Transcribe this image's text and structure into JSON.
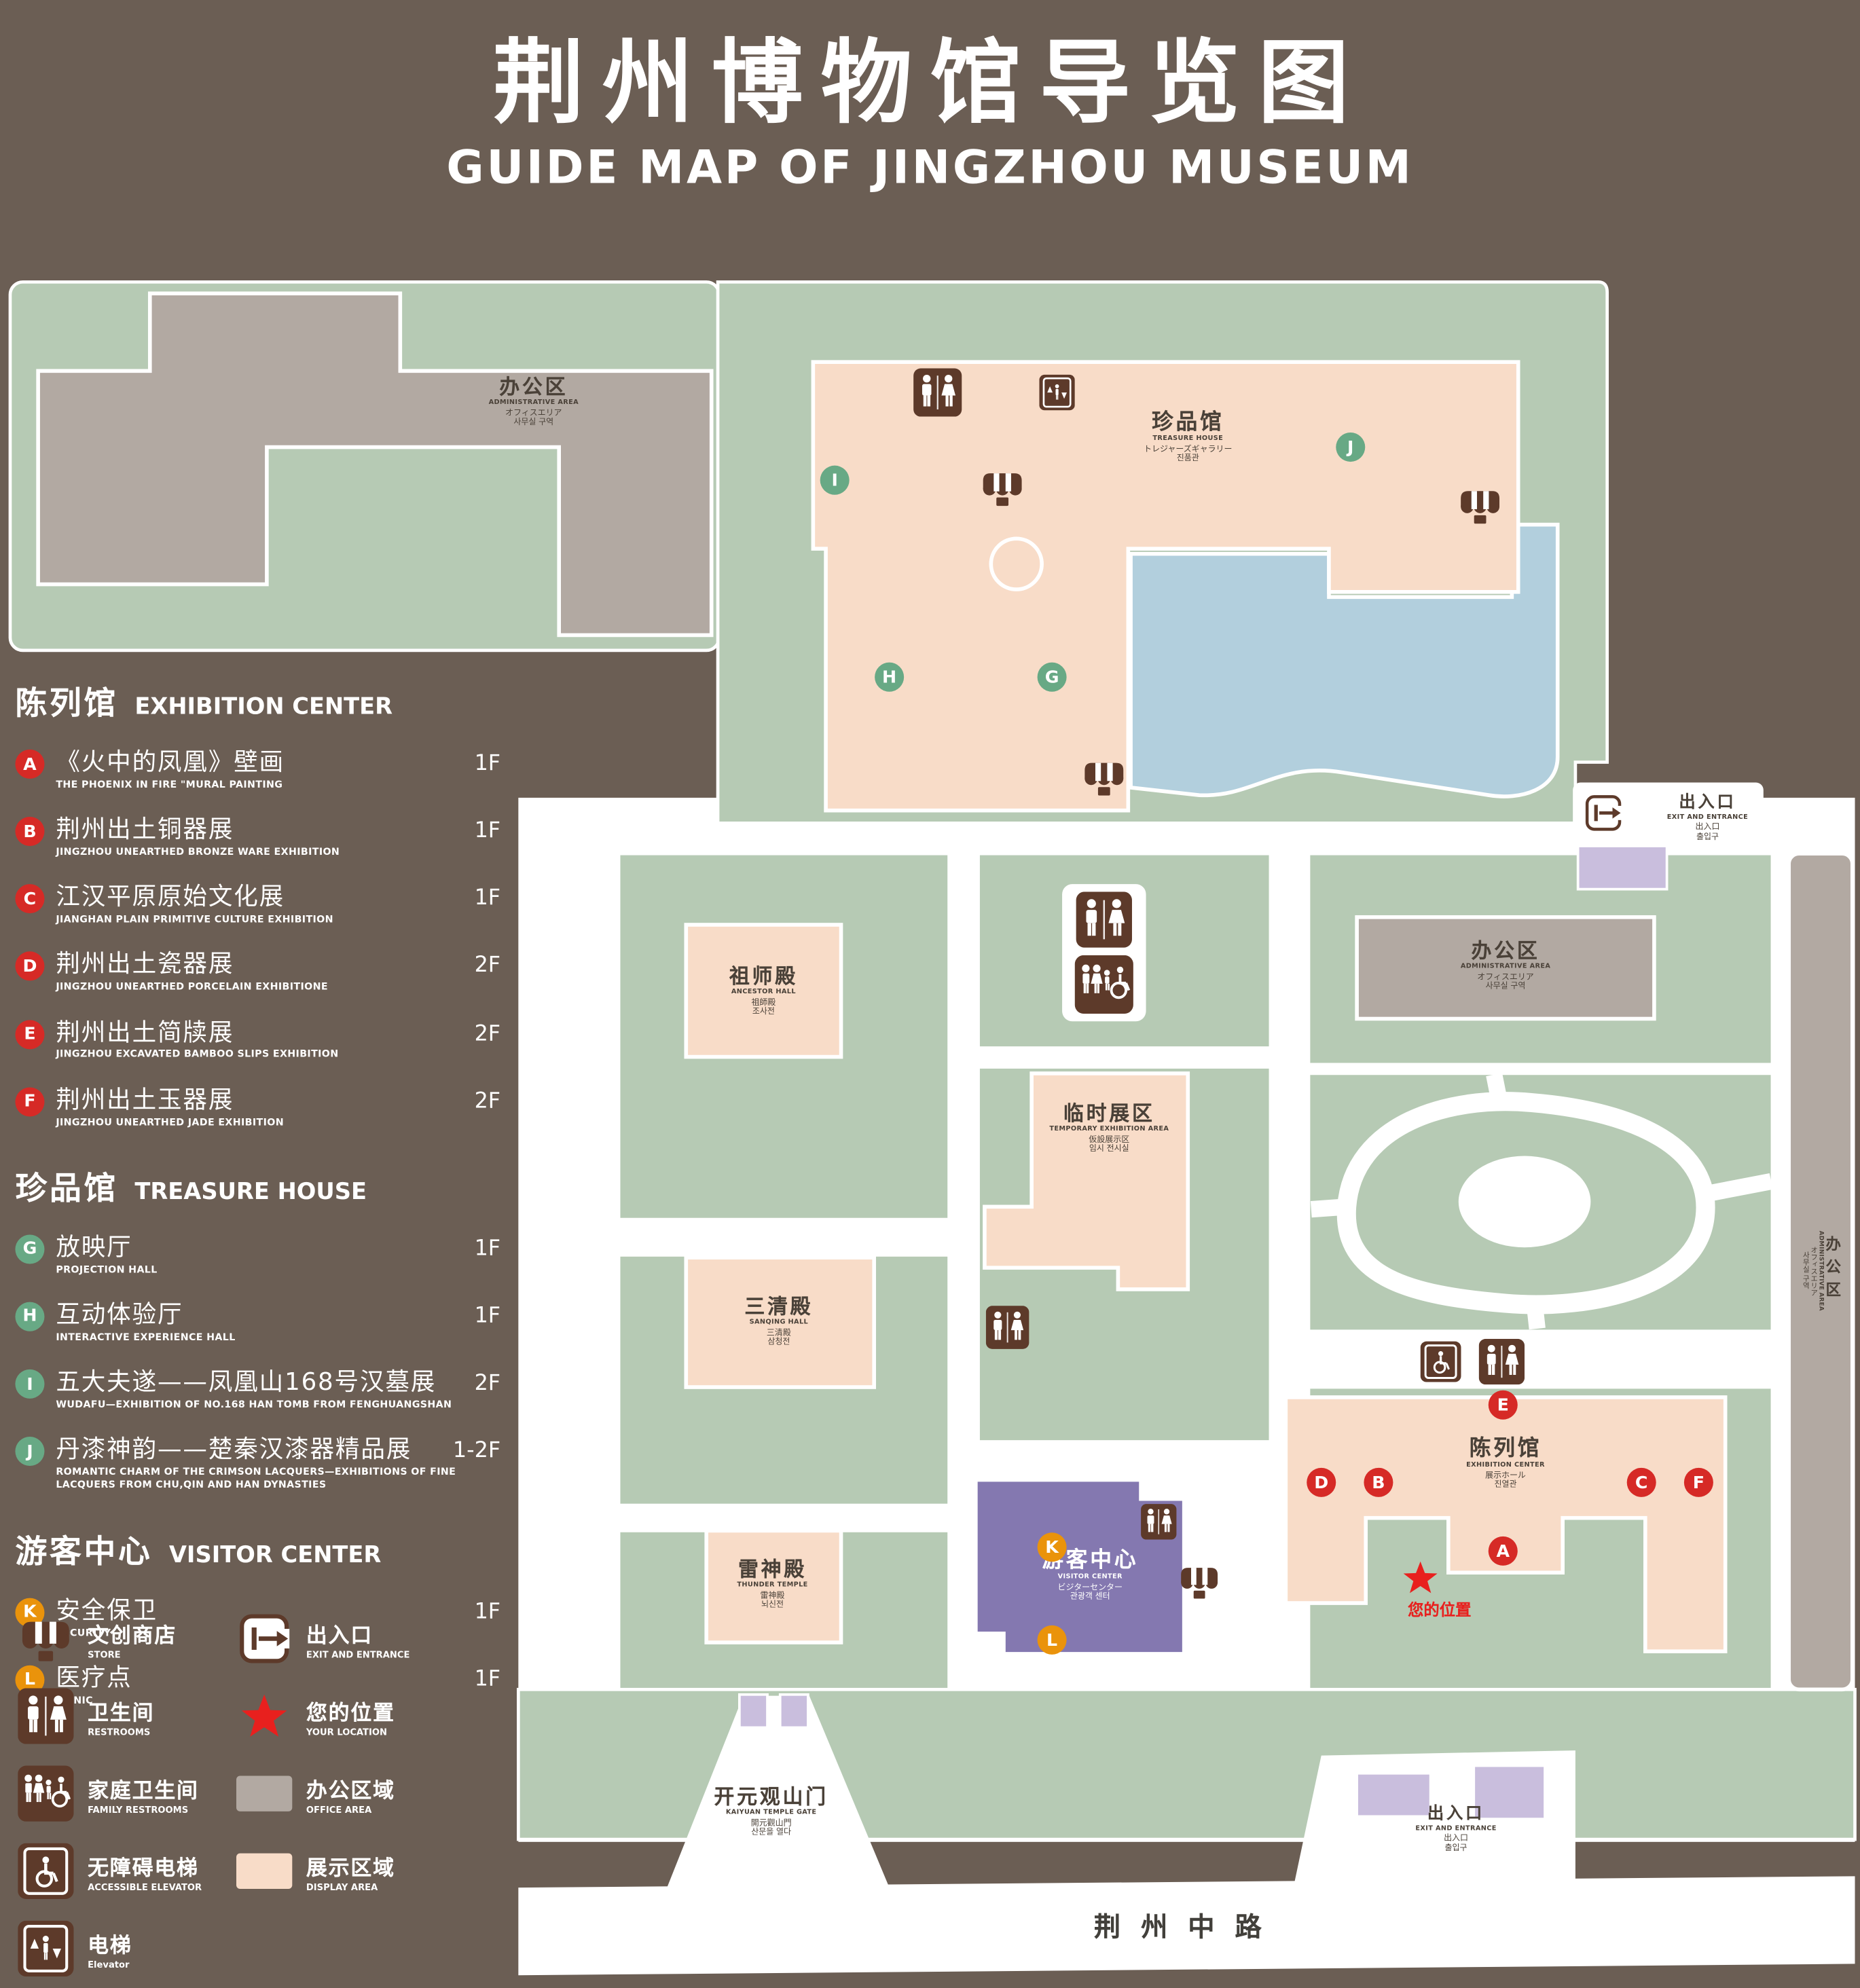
{
  "title": {
    "zh": "荆州博物馆导览图",
    "en": "GUIDE MAP OF JINGZHOU MUSEUM"
  },
  "colors": {
    "background": "#6b5e54",
    "grounds": "#b6cab4",
    "display_area": "#f8dcc8",
    "office_area": "#b2a9a2",
    "lake": "#b2cfdd",
    "visitor_center": "#8478b0",
    "entrance_block": "#c9bedd",
    "marker_red": "#d62a26",
    "marker_green": "#68a985",
    "marker_orange": "#ea930b",
    "icon_brown": "#5d3a2a",
    "location_red": "#e8201e"
  },
  "legend": {
    "sections": [
      {
        "title_zh": "陈列馆",
        "title_en": "EXHIBITION CENTER",
        "items": [
          {
            "letter": "A",
            "zh": "《火中的凤凰》壁画",
            "en": "THE PHOENIX IN FIRE \"MURAL PAINTING",
            "floor": "1F"
          },
          {
            "letter": "B",
            "zh": "荆州出土铜器展",
            "en": "JINGZHOU UNEARTHED BRONZE WARE EXHIBITION",
            "floor": "1F"
          },
          {
            "letter": "C",
            "zh": "江汉平原原始文化展",
            "en": "JIANGHAN PLAIN PRIMITIVE CULTURE EXHIBITION",
            "floor": "1F"
          },
          {
            "letter": "D",
            "zh": "荆州出土瓷器展",
            "en": "JINGZHOU UNEARTHED PORCELAIN EXHIBITIONE",
            "floor": "2F"
          },
          {
            "letter": "E",
            "zh": "荆州出土简牍展",
            "en": "JINGZHOU EXCAVATED BAMBOO SLIPS EXHIBITION",
            "floor": "2F"
          },
          {
            "letter": "F",
            "zh": "荆州出土玉器展",
            "en": "JINGZHOU UNEARTHED JADE EXHIBITION",
            "floor": "2F"
          }
        ]
      },
      {
        "title_zh": "珍品馆",
        "title_en": "TREASURE HOUSE",
        "items": [
          {
            "letter": "G",
            "zh": "放映厅",
            "en": "PROJECTION HALL",
            "floor": "1F"
          },
          {
            "letter": "H",
            "zh": "互动体验厅",
            "en": "INTERACTIVE EXPERIENCE HALL",
            "floor": "1F"
          },
          {
            "letter": "I",
            "zh": "五大夫遂——凤凰山168号汉墓展",
            "en": "WUDAFU—EXHIBITION OF NO.168 HAN TOMB FROM FENGHUANGSHAN",
            "floor": "2F"
          },
          {
            "letter": "J",
            "zh": "丹漆神韵——楚秦汉漆器精品展",
            "en": "ROMANTIC CHARM OF THE CRIMSON LACQUERS—EXHIBITIONS OF FINE LACQUERS FROM CHU,QIN AND HAN DYNASTIES",
            "floor": "1-2F"
          }
        ]
      },
      {
        "title_zh": "游客中心",
        "title_en": "VISITOR CENTER",
        "items": [
          {
            "letter": "K",
            "zh": "安全保卫",
            "en": "SECURITY",
            "floor": "1F"
          },
          {
            "letter": "L",
            "zh": "医疗点",
            "en": "CLINIC",
            "floor": "1F"
          }
        ]
      }
    ],
    "symbols": [
      {
        "zh": "文创商店",
        "en": "STORE"
      },
      {
        "zh": "出入口",
        "en": "EXIT AND ENTRANCE"
      },
      {
        "zh": "卫生间",
        "en": "RESTROOMS"
      },
      {
        "zh": "您的位置",
        "en": "YOUR LOCATION"
      },
      {
        "zh": "家庭卫生间",
        "en": "FAMILY RESTROOMS"
      },
      {
        "zh": "办公区域",
        "en": "OFFICE AREA"
      },
      {
        "zh": "无障碍电梯",
        "en": "ACCESSIBLE ELEVATOR"
      },
      {
        "zh": "展示区域",
        "en": "DISPLAY AREA"
      },
      {
        "zh": "电梯",
        "en": "Elevator"
      }
    ]
  },
  "map": {
    "buildings": {
      "admin_nw": {
        "zh": "办公区",
        "en": "ADMINISTRATIVE AREA",
        "ja": "オフィスエリア",
        "ko": "사무실 구역"
      },
      "treasure_house": {
        "zh": "珍品馆",
        "en": "TREASURE HOUSE",
        "ja": "トレジャーズギャラリー",
        "ko": "진품관"
      },
      "ancestor_hall": {
        "zh": "祖师殿",
        "en": "ANCESTOR HALL",
        "ja": "祖師殿",
        "ko": "조사전"
      },
      "temporary": {
        "zh": "临时展区",
        "en": "TEMPORARY EXHIBITION AREA",
        "ja": "仮設展示区",
        "ko": "임시 전시실"
      },
      "sanqing_hall": {
        "zh": "三清殿",
        "en": "SANQING HALL",
        "ja": "三清殿",
        "ko": "삼청전"
      },
      "thunder_temple": {
        "zh": "雷神殿",
        "en": "THUNDER TEMPLE",
        "ja": "雷神殿",
        "ko": "뇌신전"
      },
      "admin_ne": {
        "zh": "办公区",
        "en": "ADMINISTRATIVE AREA",
        "ja": "オフィスエリア",
        "ko": "사무실 구역"
      },
      "admin_e": {
        "zh": "办公区",
        "en": "ADMINISTRATIVE AREA",
        "ja": "オフィスエリア",
        "ko": "사무실 구역"
      },
      "exhibition_center": {
        "zh": "陈列馆",
        "en": "EXHIBITION CENTER",
        "ja": "展示ホール",
        "ko": "진열관"
      },
      "visitor_center": {
        "zh": "游客中心",
        "en": "VISITOR CENTER",
        "ja": "ビジターセンター",
        "ko": "관광객 센터"
      },
      "kaiyuan_gate": {
        "zh": "开元观山门",
        "en": "KAIYUAN TEMPLE GATE",
        "ja": "開元觀山門",
        "ko": "산문을 열다"
      },
      "exit_east": {
        "zh": "出入口",
        "en": "EXIT AND ENTRANCE",
        "ja": "出入口",
        "ko": "출입구"
      },
      "exit_south": {
        "zh": "出入口",
        "en": "EXIT AND ENTRANCE",
        "ja": "出入口",
        "ko": "출입구"
      }
    },
    "road": "荆州中路",
    "your_location": "您的位置",
    "markers": [
      {
        "letter": "I"
      },
      {
        "letter": "J"
      },
      {
        "letter": "H"
      },
      {
        "letter": "G"
      },
      {
        "letter": "E"
      },
      {
        "letter": "D"
      },
      {
        "letter": "B"
      },
      {
        "letter": "C"
      },
      {
        "letter": "F"
      },
      {
        "letter": "A"
      },
      {
        "letter": "K"
      },
      {
        "letter": "L"
      }
    ]
  }
}
